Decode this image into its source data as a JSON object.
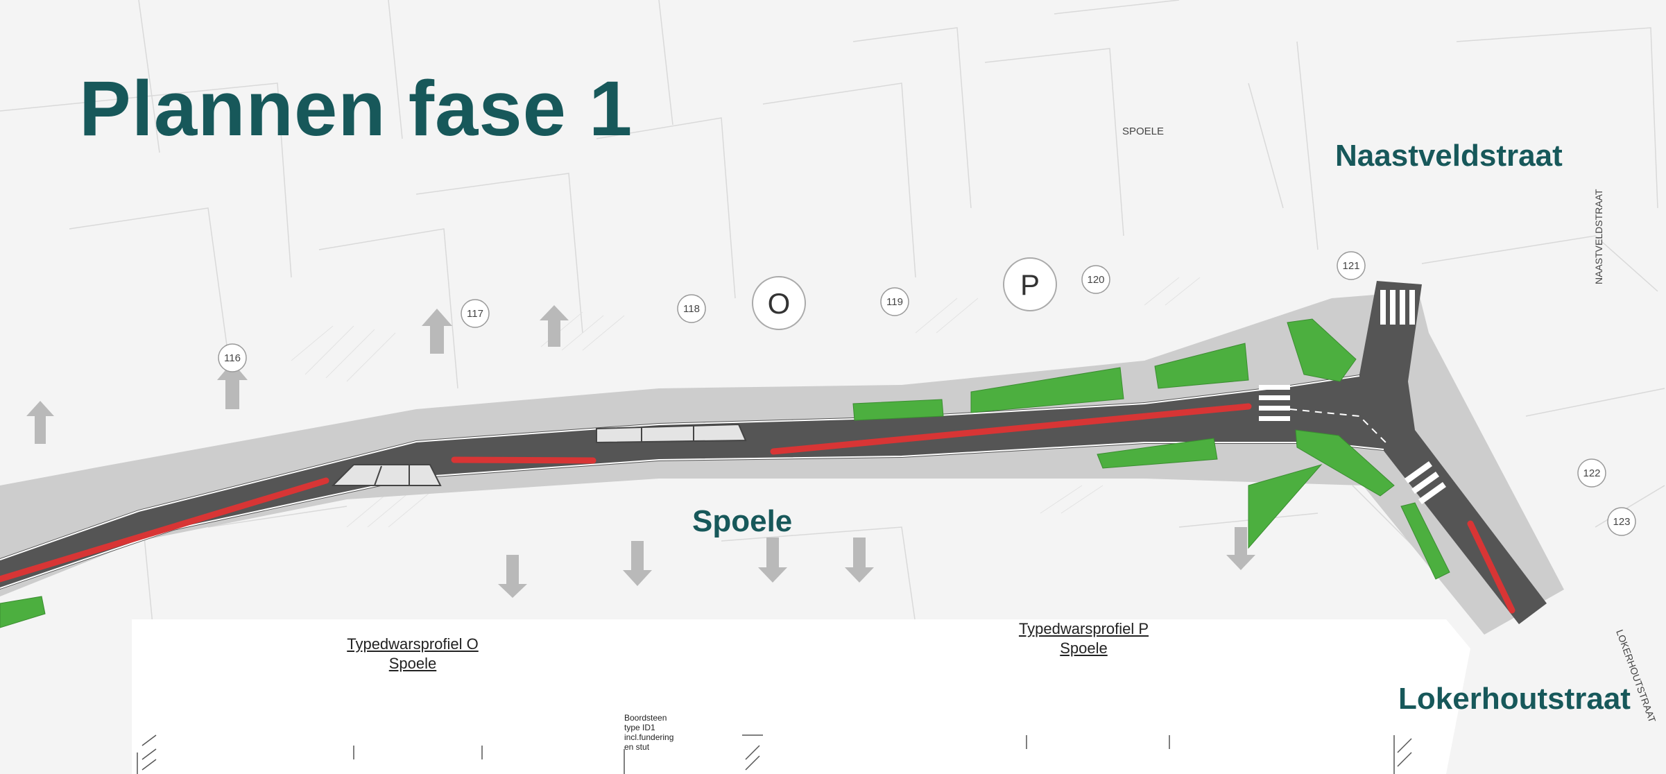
{
  "title": "Plannen fase 1",
  "streets": {
    "naastveldstraat": "Naastveldstraat",
    "spoele": "Spoele",
    "lokerhoutstraat": "Lokerhoutstraat"
  },
  "profiles": {
    "o": {
      "line1": "Typedwarsprofiel O",
      "line2": "Spoele"
    },
    "p": {
      "line1": "Typedwarsprofiel P",
      "line2": "Spoele"
    }
  },
  "profile_markers": {
    "o": "O",
    "p": "P"
  },
  "house_numbers": {
    "n116": "116",
    "n117": "117",
    "n118": "118",
    "n119": "119",
    "n120": "120",
    "n121": "121",
    "n122": "122",
    "n123": "123"
  },
  "map_text": {
    "spoele_small": "SPOELE",
    "naastveldstraat_small": "NAASTVELDSTRAAT",
    "lokerhoutstraat_small": "LOKERHOUTSTRAAT"
  },
  "annotation": "Boordsteen\ntype ID1\nincl.fundering\nen stut",
  "colors": {
    "title": "#17585a",
    "cycle_lane": "#d83535",
    "green_zone": "#4caf3f",
    "road": "#555555",
    "sidewalk": "#c8c8c8"
  }
}
